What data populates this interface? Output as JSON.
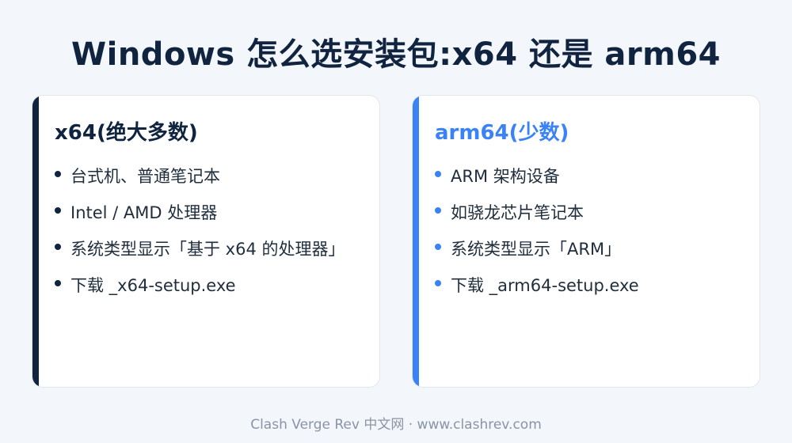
{
  "title": "Windows 怎么选安装包:x64 还是 arm64",
  "colors": {
    "dark": "#10243f",
    "blue": "#3b82f6"
  },
  "left": {
    "heading": "x64(绝大多数)",
    "items": [
      "台式机、普通笔记本",
      "Intel / AMD 处理器",
      "系统类型显示「基于 x64 的处理器」",
      "下载 _x64-setup.exe"
    ]
  },
  "right": {
    "heading": "arm64(少数)",
    "items": [
      "ARM 架构设备",
      "如骁龙芯片笔记本",
      "系统类型显示「ARM」",
      "下载 _arm64-setup.exe"
    ]
  },
  "footer": "Clash Verge Rev 中文网 · www.clashrev.com"
}
